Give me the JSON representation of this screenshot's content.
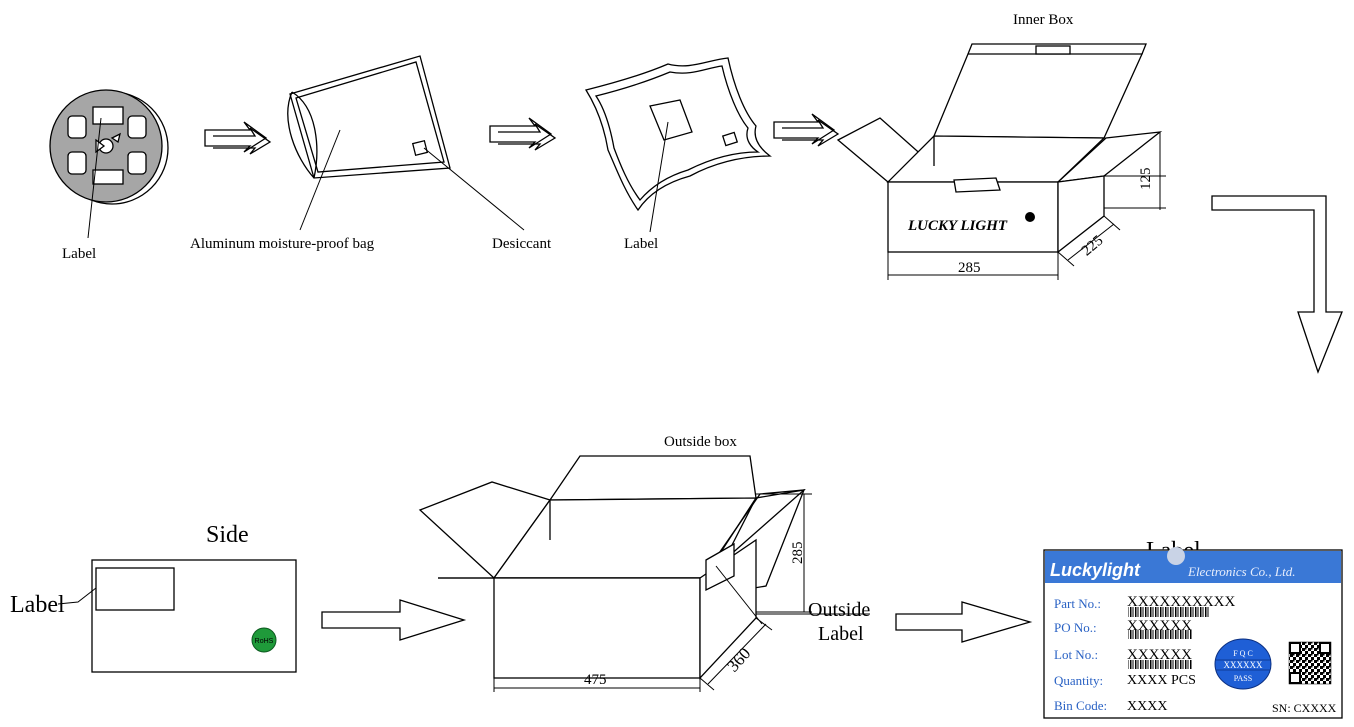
{
  "top": {
    "reel_label": "Label",
    "bag_label": "Aluminum  moisture-proof  bag",
    "desiccant_label": "Desiccant",
    "sealed_label": "Label",
    "inner_box_title": "Inner Box",
    "inner_box_brand": "LUCKY LIGHT",
    "inner_dims": {
      "length": "285",
      "width": "225",
      "height": "125"
    }
  },
  "bottom": {
    "side_title": "Side",
    "side_label": "Label",
    "rohs_text": "RoHS",
    "outside_box_title": "Outside box",
    "outer_dims": {
      "length": "475",
      "width": "360",
      "height": "285"
    },
    "outside_label_line1": "Outside",
    "outside_label_line2": "Label",
    "label_title": "Label"
  },
  "label_card": {
    "brand": "Luckylight",
    "company": "Electronics Co., Ltd.",
    "part_key": "Part No.:",
    "part_val": "XXXXXXXXXX",
    "po_key": "PO No.:",
    "po_val": "XXXXXX",
    "lot_key": "Lot No.:",
    "lot_val": "XXXXXX",
    "qty_key": "Quantity:",
    "qty_val": "XXXX PCS",
    "bin_key": "Bin Code:",
    "bin_val": "XXXX",
    "sn": "SN: CXXXX",
    "stamp_top": "F Q C",
    "stamp_mid": "XXXXXX",
    "stamp_bot": "PASS"
  },
  "colors": {
    "line": "#000000",
    "reel_gray": "#a6a6a6",
    "label_banner": "#3a78d6",
    "label_text": "#2a62c4",
    "stamp_blue": "#1f5fd6",
    "rohs_green": "#1f9a3a"
  }
}
